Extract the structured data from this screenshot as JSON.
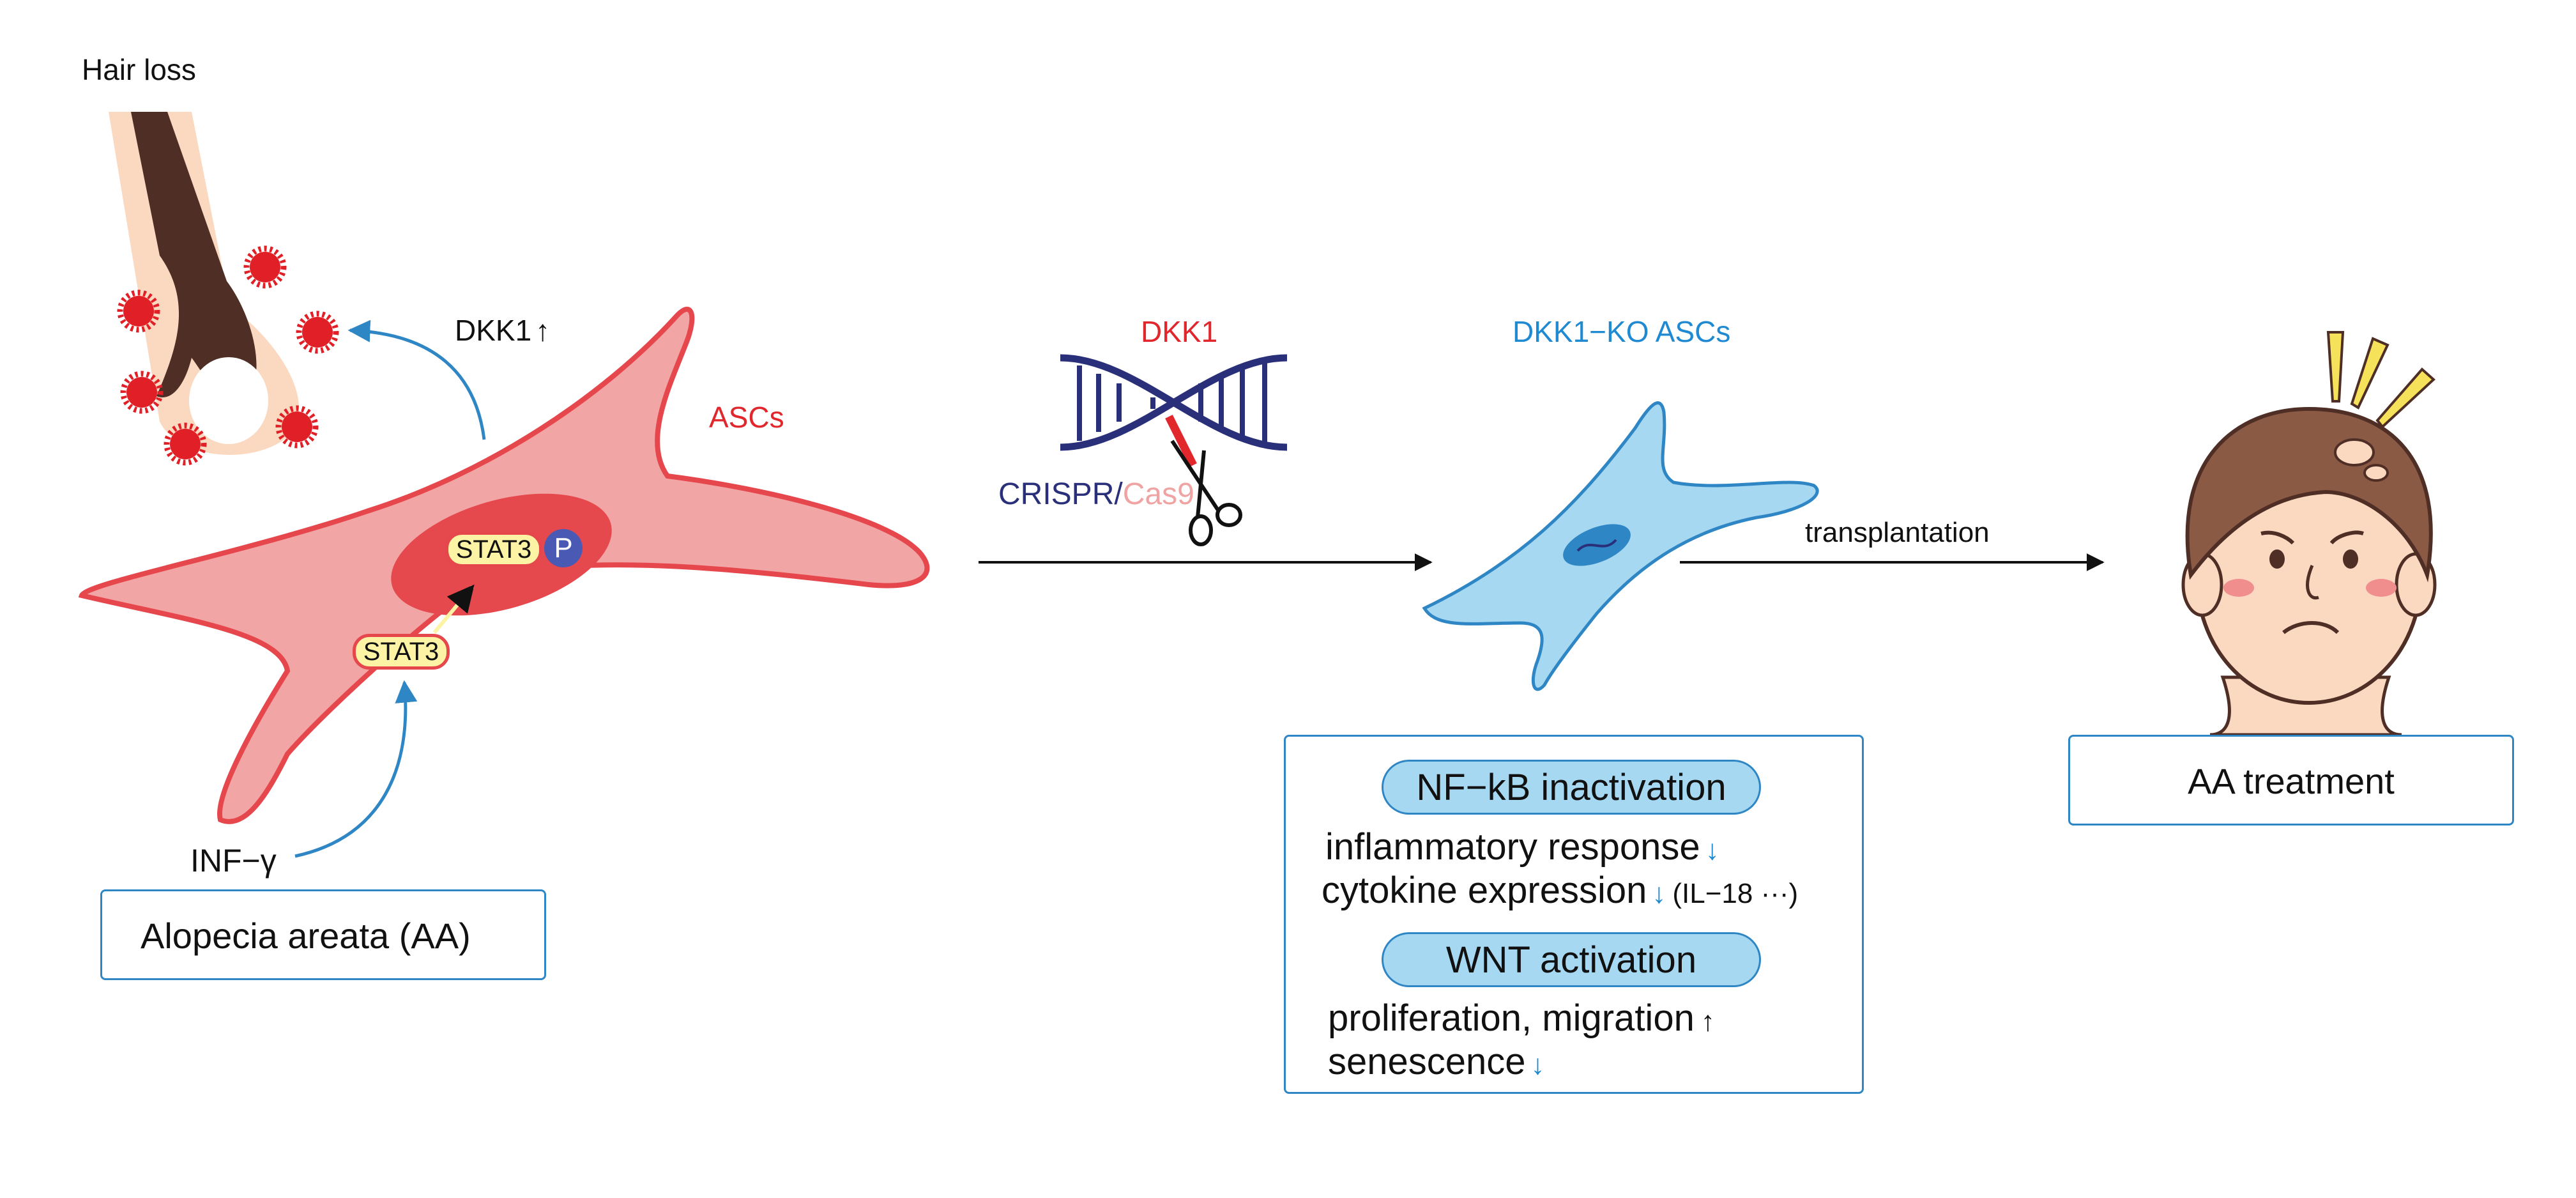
{
  "labels": {
    "hair_loss": "Hair loss",
    "dkk1_up": "DKK1",
    "asc_label": "ASCs",
    "stat3_nuclear": "STAT3",
    "phospho": "P",
    "stat3_cytoplasm": "STAT3",
    "inf_gamma": "INF−γ",
    "aa_box": "Alopecia areata  (AA)",
    "dkk1_target": "DKK1",
    "crispr": "CRISPR/",
    "cas9": "Cas9",
    "ko_label": "DKK1−KO ASCs",
    "transplantation": "transplantation",
    "treatment_box": "AA treatment"
  },
  "effects": {
    "nfkb_title": "NF−kB inactivation",
    "nfkb_items": [
      {
        "text": "inflammatory response",
        "arrow": "↓",
        "note": ""
      },
      {
        "text": "cytokine expression",
        "arrow": "↓",
        "note": "(IL−18 ···)"
      }
    ],
    "wnt_title": "WNT activation",
    "wnt_items": [
      {
        "text": "proliferation, migration",
        "arrow": "↑"
      },
      {
        "text": "senescence",
        "arrow": "↓"
      }
    ]
  },
  "colors": {
    "asc_fill": "#f2a5a5",
    "asc_stroke": "#e5474d",
    "nucleus": "#e5484d",
    "stat3_fill": "#fcf3a4",
    "phospho": "#4a59b4",
    "blue_arrow": "#2f86c4",
    "dna": "#2a2f7a",
    "red_text": "#e1262c",
    "ko_cell": "#a6d8f2",
    "pill": "#a6d8f2",
    "hair": "#4e2e25",
    "skin": "#fbd9c0",
    "dot": "#e01f26"
  },
  "icons": [
    "hair-follicle-icon",
    "dna-helix-icon",
    "scissors-icon",
    "patient-face-icon",
    "alert-lines-icon"
  ]
}
